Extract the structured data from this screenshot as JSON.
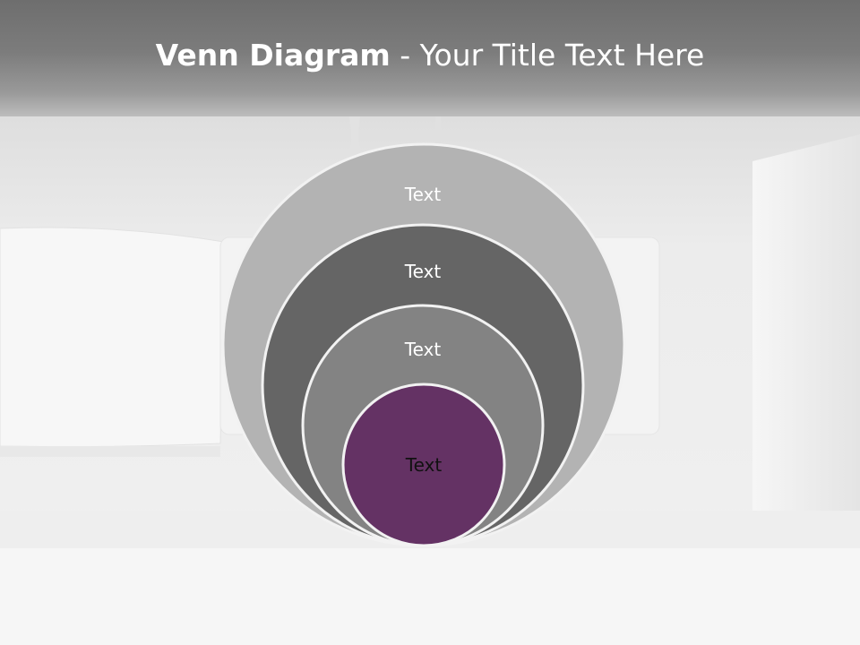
{
  "slide": {
    "title_bold": "Venn Diagram",
    "title_rest": " - Your Title Text Here"
  },
  "rings": [
    {
      "label": "Text",
      "fill": "#b3b3b3",
      "text_color": "#ffffff"
    },
    {
      "label": "Text",
      "fill": "#656565",
      "text_color": "#ffffff"
    },
    {
      "label": "Text",
      "fill": "#838383",
      "text_color": "#ffffff"
    },
    {
      "label": "Text",
      "fill": "#643264",
      "text_color": "#111111"
    }
  ],
  "colors": {
    "ring_stroke": "#f2f2f2",
    "accent": "#643264"
  }
}
